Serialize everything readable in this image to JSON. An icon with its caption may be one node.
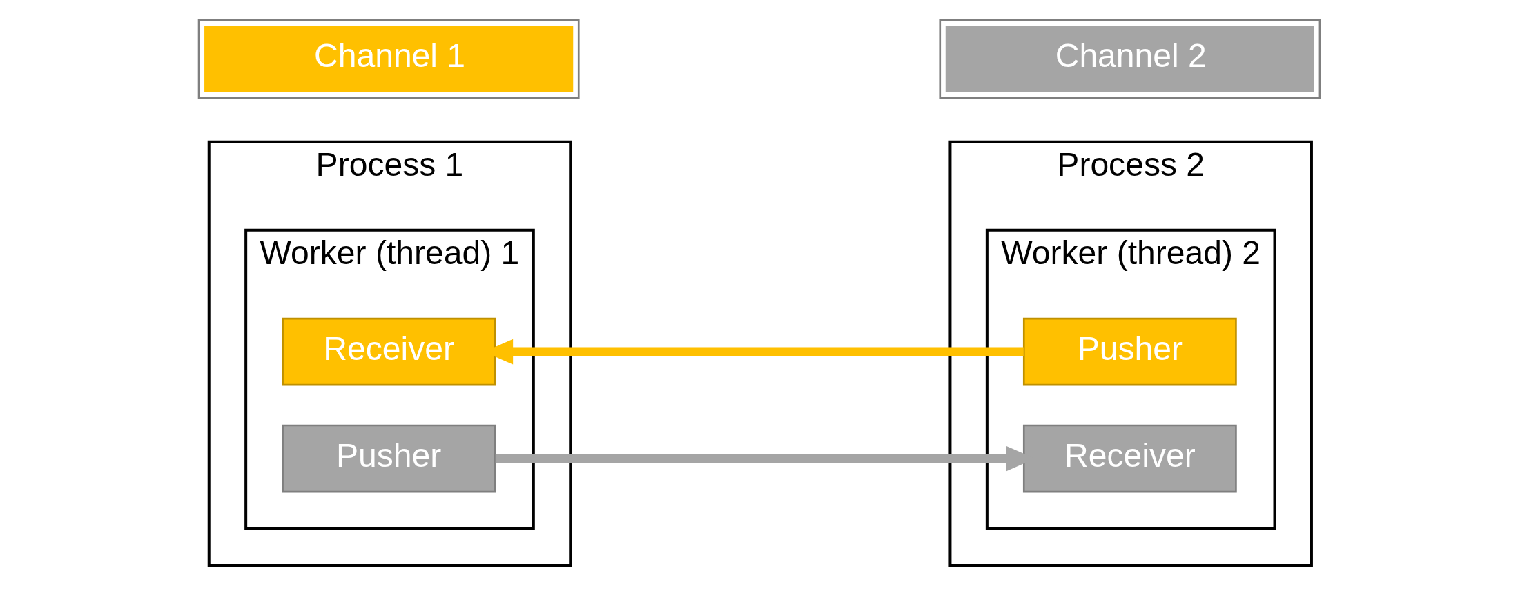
{
  "diagram": {
    "nodes": [
      {
        "text": [
          "Process 1"
        ]
      },
      {
        "text": [
          "Worker (thread) 1"
        ],
        "in": 0
      },
      {
        "text": [
          "Receiver"
        ],
        "in": 1
      },
      {
        "text": [
          "Pusher"
        ],
        "in": 1
      },
      {
        "text": [
          "Process 2"
        ]
      },
      {
        "text": [
          "Worker (thread) 2"
        ],
        "in": 4
      },
      {
        "text": [
          "Pusher"
        ],
        "in": 5
      },
      {
        "text": [
          "Receiver"
        ],
        "in": 5
      }
    ],
    "edges": [
      {
        "from": 6,
        "to": 2,
        "arrow": "to",
        "color": "#ffc000"
      },
      {
        "from": 3,
        "to": 7,
        "arrow": "to",
        "color": "#a5a5a5"
      }
    ],
    "legend": [
      {
        "text": "Channel 1",
        "color": "#ffc000"
      },
      {
        "text": "Channel 2",
        "color": "#a5a5a5"
      }
    ]
  }
}
